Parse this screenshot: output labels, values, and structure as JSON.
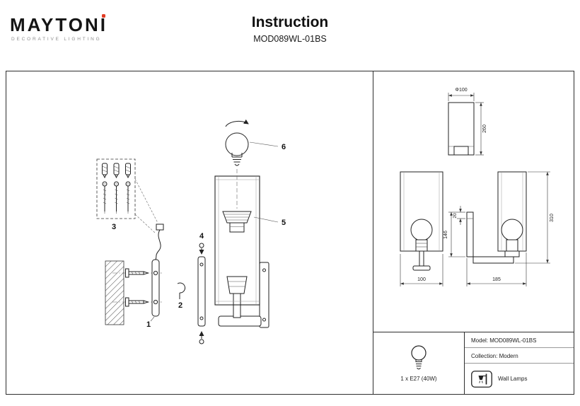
{
  "brand": {
    "name": "MAYTONI",
    "tagline": "DECORATIVE LIGHTING",
    "accent_color": "#e23b24"
  },
  "header": {
    "title": "Instruction",
    "model": "MOD089WL-01BS"
  },
  "diagram": {
    "part_labels": [
      "1",
      "2",
      "3",
      "4",
      "5",
      "6"
    ]
  },
  "dims": {
    "shade_dia": "Φ100",
    "shade_h": "260",
    "front_w": "100",
    "plate_top": "20",
    "plate_h": "146",
    "total_h": "310",
    "depth": "185"
  },
  "info": {
    "lamp_spec": "1 x E27 (40W)",
    "model": "Model: MOD089WL-01BS",
    "collection": "Collection: Modern",
    "category": "Wall Lamps"
  }
}
